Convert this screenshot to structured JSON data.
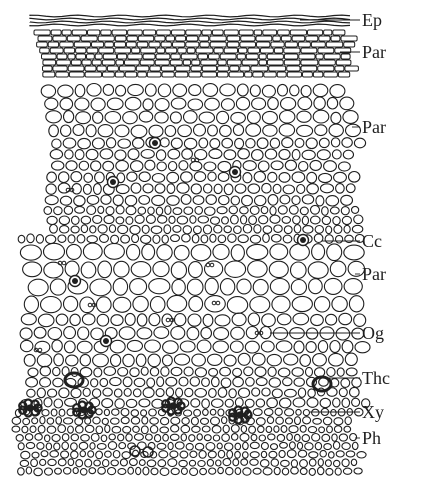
{
  "figure": {
    "labels": [
      "Ep",
      "Par",
      "Par",
      "Cc",
      "Par",
      "Og",
      "Thc",
      "Xy",
      "Ph"
    ]
  },
  "colors": {
    "ink": "#1f1f1f",
    "background": "#ffffff"
  }
}
